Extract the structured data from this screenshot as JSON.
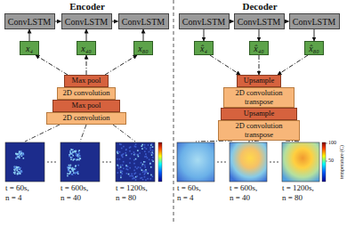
{
  "diagram": {
    "nodes": [
      {
        "text": [
          "ConvLSTM"
        ]
      },
      {
        "text": [
          "ConvLSTM"
        ]
      },
      {
        "text": [
          "ConvLSTM"
        ]
      },
      {
        "text": [
          "x₄"
        ]
      },
      {
        "text": [
          "x₄₀"
        ]
      },
      {
        "text": [
          "x₈₀"
        ]
      },
      {
        "text": [
          "Max pool"
        ]
      },
      {
        "text": [
          "2D convolution"
        ]
      },
      {
        "text": [
          "Max pool"
        ]
      },
      {
        "text": [
          "2D convolution"
        ]
      },
      {
        "text": [
          "ConvLSTM"
        ]
      },
      {
        "text": [
          "ConvLSTM"
        ]
      },
      {
        "text": [
          "ConvLSTM"
        ]
      },
      {
        "text": [
          "x̂₄"
        ]
      },
      {
        "text": [
          "x̂₄₀"
        ]
      },
      {
        "text": [
          "x̂₈₀"
        ]
      },
      {
        "text": [
          "Upsample"
        ]
      },
      {
        "text": [
          "2D convolution transpose"
        ]
      },
      {
        "text": [
          "Upsample"
        ]
      },
      {
        "text": [
          "2D convolution transpose"
        ]
      }
    ],
    "edges": [
      {
        "from": 0,
        "to": 1,
        "arrow": "to"
      },
      {
        "from": 1,
        "to": 2,
        "arrow": "to"
      },
      {
        "from": 3,
        "to": 0,
        "arrow": "to"
      },
      {
        "from": 4,
        "to": 1,
        "arrow": "to"
      },
      {
        "from": 5,
        "to": 2,
        "arrow": "to"
      },
      {
        "from": 6,
        "to": 3,
        "arrow": "to"
      },
      {
        "from": 6,
        "to": 4,
        "arrow": "to"
      },
      {
        "from": 6,
        "to": 5,
        "arrow": "to"
      },
      {
        "from": 10,
        "to": 11,
        "arrow": "to"
      },
      {
        "from": 11,
        "to": 12,
        "arrow": "to"
      },
      {
        "from": 10,
        "to": 13,
        "arrow": "to"
      },
      {
        "from": 11,
        "to": 14,
        "arrow": "to"
      },
      {
        "from": 12,
        "to": 15,
        "arrow": "to"
      },
      {
        "from": 13,
        "to": 16,
        "arrow": "to"
      },
      {
        "from": 14,
        "to": 16,
        "arrow": "to"
      },
      {
        "from": 15,
        "to": 16,
        "arrow": "to"
      }
    ],
    "labels": [
      "Encoder",
      "Decoder",
      "t = 60s,",
      "n = 4",
      "t = 600s,",
      "n = 40",
      "t = 1200s,",
      "n = 80",
      "t = 60s,",
      "n = 4",
      "t = 600s,",
      "n = 40",
      "t = 1200s,",
      "n = 80",
      "100",
      "50",
      "temperature (C)"
    ]
  }
}
